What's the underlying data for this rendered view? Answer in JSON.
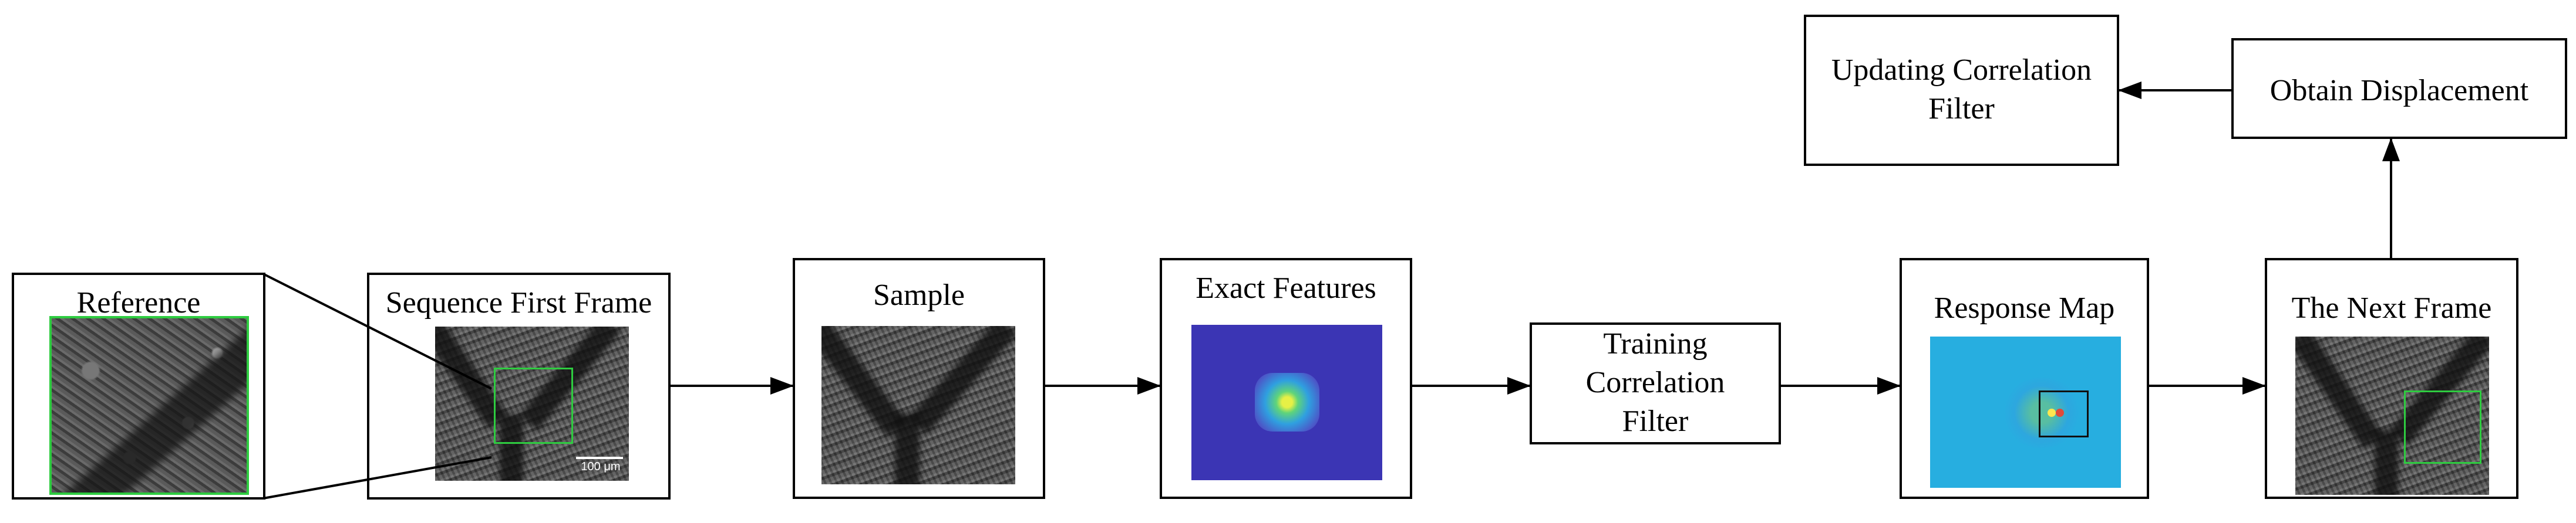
{
  "labels": {
    "reference": "Reference",
    "first_frame": "Sequence First Frame",
    "scale_bar": "100 μm",
    "sample": "Sample",
    "exact_features": "Exact Features",
    "training_line1": "Training",
    "training_line2": "Correlation",
    "training_line3": "Filter",
    "response_map": "Response Map",
    "next_frame": "The Next Frame",
    "obtain_displacement": "Obtain Displacement",
    "updating_line1": "Updating Correlation",
    "updating_line2": "Filter"
  },
  "colors": {
    "line": "#000000",
    "roi_box": "#2ecc40",
    "feature_bg": "#3b35b4",
    "response_bg": "#27aee0"
  }
}
